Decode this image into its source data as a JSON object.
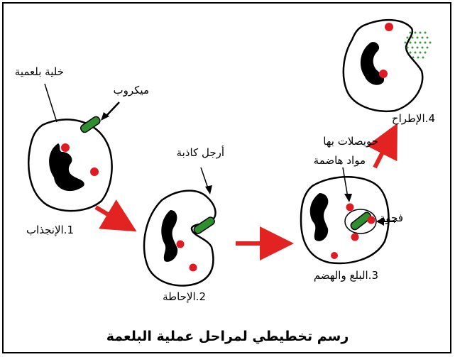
{
  "colors": {
    "cell_fill": "#ffffff",
    "nucleus": "#000000",
    "microbe": "#2f8f2f",
    "vesicle": "#e01a22",
    "arrow": "#e32222",
    "outline": "#000000"
  },
  "labels": {
    "phagocyte": "خلية بلعمية",
    "microbe": "ميكروب",
    "pseudopods": "أرجل كاذبة",
    "digestive_enzymes": "مواد هاضمة",
    "vesicles": "حويصلات بها",
    "vacuole": "فجوة"
  },
  "stages": [
    {
      "label": "1.الإنجذاب"
    },
    {
      "label": "2.الإحاطة"
    },
    {
      "label": "3.البلع والهضم"
    },
    {
      "label": "4.الإطراح"
    }
  ],
  "caption": "رسم  تخطيطي لمراحل عملية البلعمة"
}
